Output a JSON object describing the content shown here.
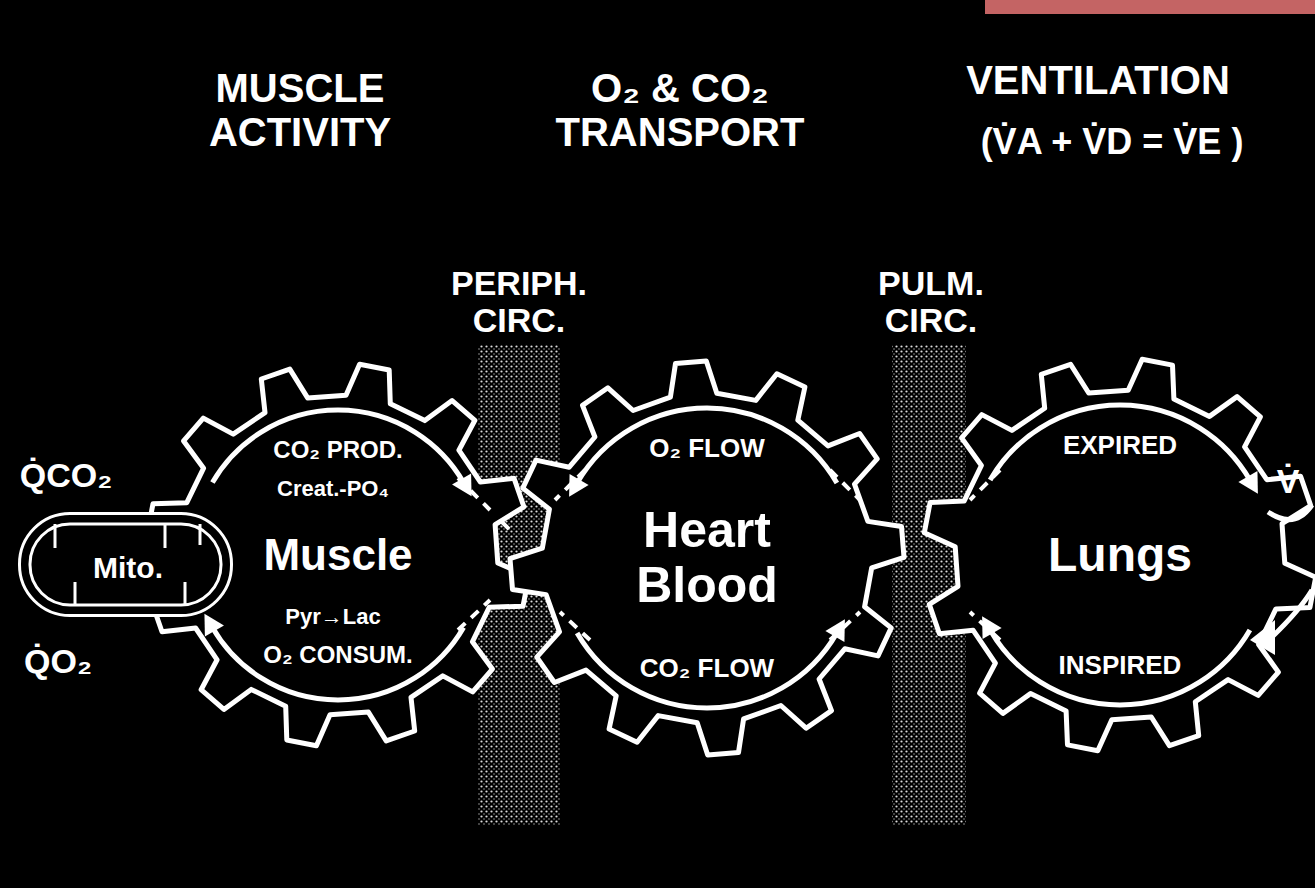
{
  "diagram": {
    "nodes": [
      {
        "text": [
          "Mito."
        ]
      },
      {
        "text": [
          "Muscle",
          "CO₂ PROD.",
          "Creat.-PO₄",
          "Pyr→Lac",
          "O₂ CONSUM."
        ]
      },
      {
        "text": [
          "PERIPH. CIRC."
        ]
      },
      {
        "text": [
          "Heart Blood",
          "O₂ FLOW",
          "CO₂ FLOW"
        ]
      },
      {
        "text": [
          "PULM. CIRC."
        ]
      },
      {
        "text": [
          "Lungs",
          "EXPIRED",
          "INSPIRED"
        ]
      }
    ],
    "labels": [
      "MUSCLE ACTIVITY",
      "O₂ & CO₂ TRANSPORT",
      "VENTILATION",
      "(V̇A + V̇D = V̇E )",
      "Q̇CO₂",
      "Q̇O₂",
      "V̇"
    ]
  }
}
